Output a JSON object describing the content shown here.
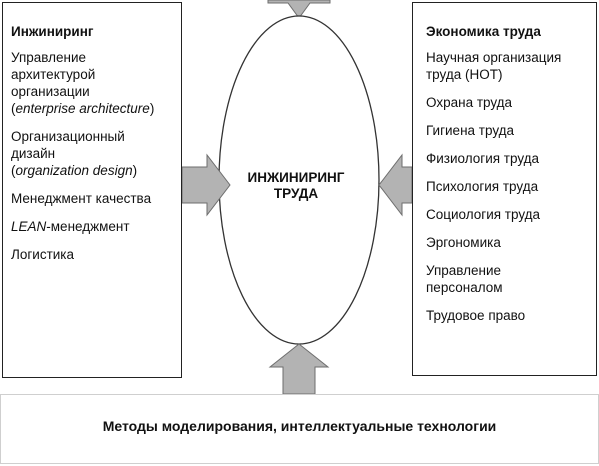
{
  "left_panel": {
    "title": "Инжиниринг",
    "items": [
      {
        "lines": [
          "Управление",
          "архитектурой",
          "организации"
        ],
        "english": "enterprise architecture"
      },
      {
        "lines": [
          "Организационный",
          "дизайн"
        ],
        "english": "organization design"
      },
      {
        "text": "Менеджмент качества"
      },
      {
        "prefix_italic": "LEAN",
        "suffix": "-менеджмент"
      },
      {
        "text": "Логистика"
      }
    ]
  },
  "center": {
    "line1": "ИНЖИНИРИНГ",
    "line2": "ТРУДА"
  },
  "right_panel": {
    "title": "Экономика труда",
    "items": [
      {
        "lines": [
          "Научная организация",
          "труда (НОТ)"
        ]
      },
      {
        "text": "Охрана труда"
      },
      {
        "text": "Гигиена труда"
      },
      {
        "text": "Физиология труда"
      },
      {
        "text": "Психология труда"
      },
      {
        "text": "Социология труда"
      },
      {
        "text": "Эргономика"
      },
      {
        "lines": [
          "Управление",
          "персоналом"
        ]
      },
      {
        "text": "Трудовое право"
      }
    ]
  },
  "bottom_panel": {
    "label": "Методы моделирования, интеллектуальные технологии"
  },
  "colors": {
    "arrow_fill": "#b3b3b3",
    "arrow_stroke": "#6e6e6e",
    "border": "#222222"
  }
}
